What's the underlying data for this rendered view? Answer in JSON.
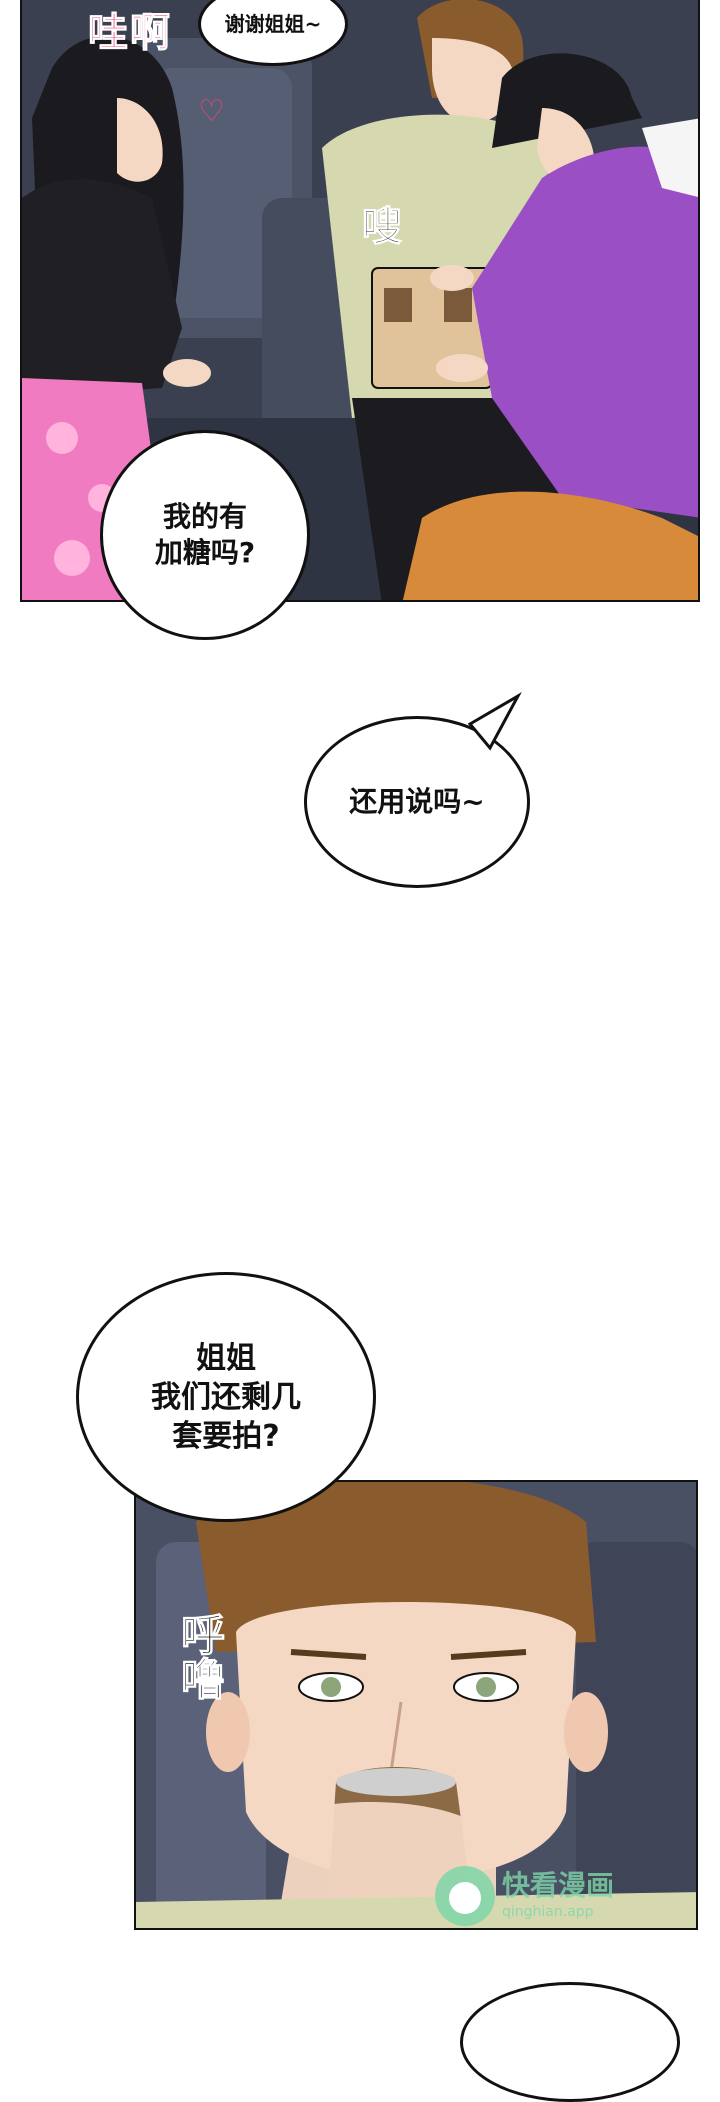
{
  "panel1": {
    "sfx_wow": "哇啊",
    "sfx_heart": "♡",
    "sfx_whoosh": "嗖",
    "bubble_thanks": "谢谢姐姐~",
    "bubble_sugar": "我的有\n加糖吗?"
  },
  "middle": {
    "bubble_of_course": "还用说吗~"
  },
  "panel2": {
    "bubble_question": "姐姐\n我们还剩几\n套要拍?",
    "sfx_sip": "呼噜"
  },
  "watermark": {
    "brand": "快看漫画",
    "url": "qinghian.app"
  },
  "colors": {
    "sfx_pink": "#e8457a",
    "hoodie_purple": "#9b4fc4",
    "sweater_green": "#d6d9b0",
    "pants_orange": "#d68a3a",
    "skirt_pink": "#f07bc0",
    "watermark_green": "#7ed6a8"
  }
}
